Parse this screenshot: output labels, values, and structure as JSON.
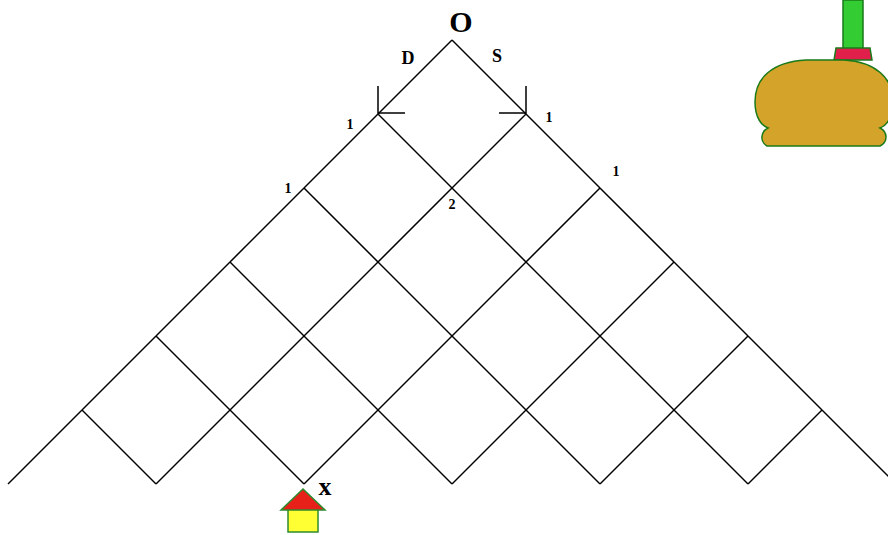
{
  "diagram": {
    "labels": [
      "O",
      "D",
      "S",
      "1",
      "1",
      "1",
      "2",
      "1",
      "x"
    ]
  }
}
